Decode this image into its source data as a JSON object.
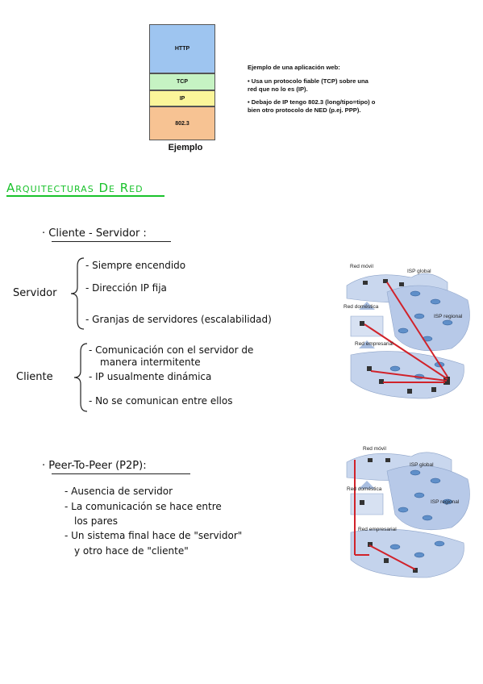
{
  "stack": {
    "layers": [
      {
        "label": "HTTP",
        "color": "#9ec5f0"
      },
      {
        "label": "TCP",
        "color": "#c6f3c3"
      },
      {
        "label": "IP",
        "color": "#fbf59a"
      },
      {
        "label": "802.3",
        "color": "#f7c393"
      }
    ],
    "caption": "Ejemplo"
  },
  "description": {
    "title": "Ejemplo de una aplicación web:",
    "bullet1": "• Usa un protocolo fiable (TCP) sobre una red que no lo es (IP).",
    "bullet2": "• Debajo de IP tengo 802.3 (long/tipo=tipo) o bien otro protocolo de NED (p.ej. PPP)."
  },
  "section_title": "Arquitecturas De Red",
  "client_server": {
    "heading": "· Cliente - Servidor :",
    "servidor_label": "Servidor",
    "servidor_items": [
      "- Siempre encendido",
      "- Dirección IP fija",
      "- Granjas de servidores (escalabilidad)"
    ],
    "cliente_label": "Cliente",
    "cliente_items": [
      "- Comunicación con el servidor de",
      "manera intermitente",
      "- IP usualmente dinámica",
      "- No se comunican entre ellos"
    ]
  },
  "p2p": {
    "heading": "· Peer-To-Peer (P2P):",
    "items": [
      "- Ausencia de servidor",
      "- La comunicación se hace entre",
      "los pares",
      "- Un sistema final hace de \"servidor\"",
      "y otro hace de \"cliente\""
    ]
  },
  "network_labels": {
    "red_movil": "Red móvil",
    "isp_global": "ISP global",
    "red_domestica": "Red doméstica",
    "isp_regional": "ISP regional",
    "red_empresarial": "Red empresarial"
  }
}
